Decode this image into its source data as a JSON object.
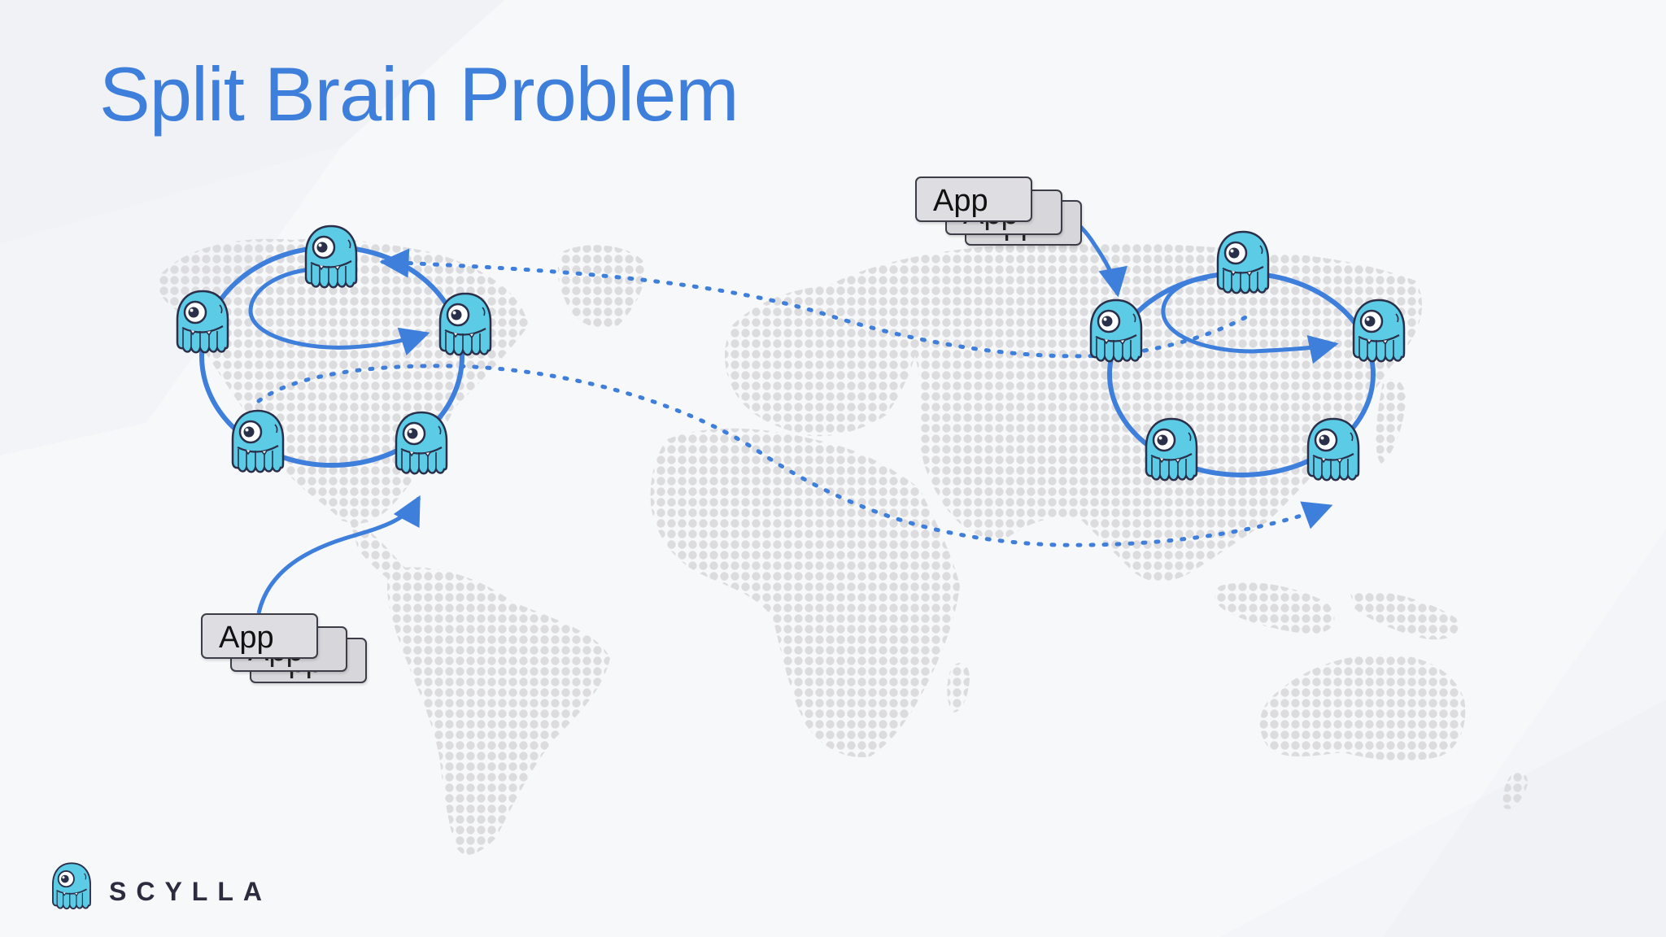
{
  "slide": {
    "title": "Split Brain Problem"
  },
  "apps": {
    "left_label": "App",
    "right_label": "App"
  },
  "brand": {
    "name": "SCYLLA"
  },
  "colors": {
    "accent": "#3f7fdc",
    "mascot": "#5ccbe6",
    "mascot_outline": "#2a2f4a",
    "map_dots": "#dcdcdf",
    "app_box": "#dedde2"
  },
  "icons": {
    "node": "scylla-monster-icon",
    "logo": "scylla-logo-icon"
  }
}
